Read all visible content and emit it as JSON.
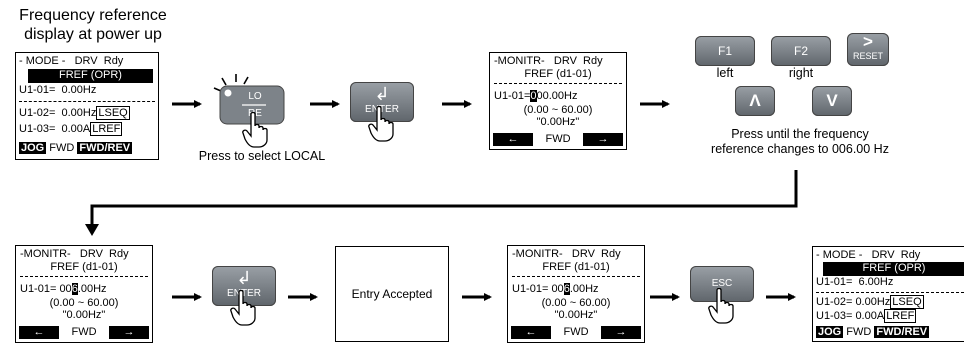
{
  "power_up_caption": [
    "Frequency reference",
    "display at power up"
  ],
  "lcd1": {
    "header": "- MODE -   DRV  Rdy",
    "title": "FREF (OPR)",
    "line1": "U1-01=  0.00Hz",
    "line2_val": "U1-02=  0.00Hz",
    "line2_tag": "LSEQ",
    "line3_val": "U1-03=  0.00A",
    "line3_tag": "LREF",
    "jog": "JOG",
    "fwd": "FWD",
    "fwdrev": "FWD/REV"
  },
  "lore_key": {
    "top": "LO",
    "bottom": "RE"
  },
  "lore_caption": "Press to select LOCAL",
  "enter_key": {
    "label": "ENTER",
    "symbol": "↲"
  },
  "lcd2": {
    "header": "-MONITR-   DRV  Rdy",
    "title": "FREF (d1-01)",
    "line_prefix": "U1-01=",
    "line_cursor": "0",
    "line_suffix": "00.00Hz",
    "range": "(0.00 ~ 60.00)",
    "default": "\"0.00Hz\"",
    "left": "←",
    "fwd": "FWD",
    "right": "→"
  },
  "f_keys": {
    "f1": "F1",
    "f2": "F2",
    "f1_caption": "left",
    "f2_caption": "right",
    "reset_symbol": ">",
    "reset_label": "RESET",
    "up": "Λ",
    "down": "V"
  },
  "freq_caption": [
    "Press until the frequency",
    "reference changes to 006.00 Hz"
  ],
  "lcd3": {
    "header": "-MONITR-   DRV  Rdy",
    "title": "FREF (d1-01)",
    "line_prefix": "U1-01= 00",
    "line_cursor": "6",
    "line_suffix": ".00Hz",
    "range": "(0.00 ~ 60.00)",
    "default": "\"0.00Hz\"",
    "left": "←",
    "fwd": "FWD",
    "right": "→"
  },
  "entry_accepted": "Entry Accepted",
  "lcd4": {
    "header": "-MONITR-   DRV  Rdy",
    "title": "FREF (d1-01)",
    "line_prefix": "U1-01= 00",
    "line_cursor": "6",
    "line_suffix": ".00Hz",
    "range": "(0.00 ~ 60.00)",
    "default": "\"0.00Hz\"",
    "left": "←",
    "fwd": "FWD",
    "right": "→"
  },
  "esc_key": {
    "label": "ESC"
  },
  "lcd5": {
    "header": "- MODE -   DRV  Rdy",
    "title": "FREF (OPR)",
    "line1": "U1-01=  6.00Hz",
    "line2_val": "U1-02= 0.00Hz",
    "line2_tag": "LSEQ",
    "line3_val": "U1-03= 0.00A",
    "line3_tag": "LREF",
    "jog": "JOG",
    "fwd": "FWD",
    "fwdrev": "FWD/REV"
  }
}
